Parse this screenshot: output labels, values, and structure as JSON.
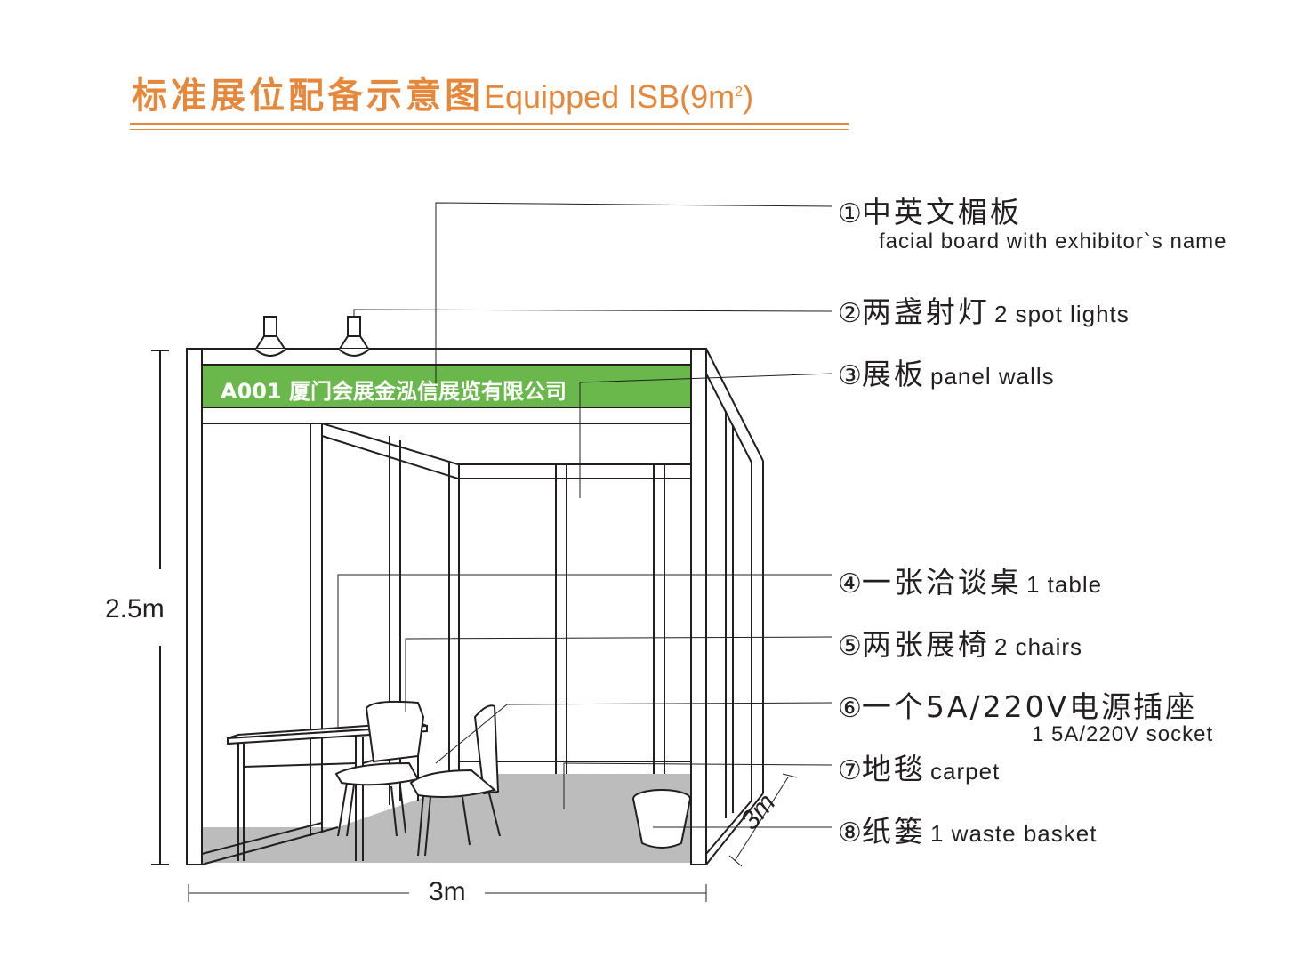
{
  "title": {
    "cn": "标准展位配备示意图",
    "en_main": "Equipped ISB(9m",
    "en_sup": "2",
    "en_close": ")"
  },
  "facia_name": "A001 厦门会展金泓信展览有限公司",
  "dimensions": {
    "height": "2.5m",
    "width": "3m",
    "depth": "3m"
  },
  "items": [
    {
      "num": "①",
      "cn": "中英文楣板",
      "en": "",
      "sub": "facial board with exhibitor`s name"
    },
    {
      "num": "②",
      "cn": "两盏射灯",
      "en": "2 spot lights",
      "sub": ""
    },
    {
      "num": "③",
      "cn": "展板",
      "en": "panel walls",
      "sub": ""
    },
    {
      "num": "④",
      "cn": "一张洽谈桌",
      "en": "1 table",
      "sub": ""
    },
    {
      "num": "⑤",
      "cn": "两张展椅",
      "en": "2 chairs",
      "sub": ""
    },
    {
      "num": "⑥",
      "cn": "一个5A/220V电源插座",
      "en": "",
      "sub": "1  5A/220V socket"
    },
    {
      "num": "⑦",
      "cn": "地毯",
      "en": "carpet",
      "sub": ""
    },
    {
      "num": "⑧",
      "cn": "纸篓",
      "en": "1 waste basket",
      "sub": ""
    }
  ],
  "colors": {
    "accent": "#e6883c",
    "facia": "#6ab74b",
    "carpet": "#bcbcbc",
    "line": "#231f20"
  }
}
